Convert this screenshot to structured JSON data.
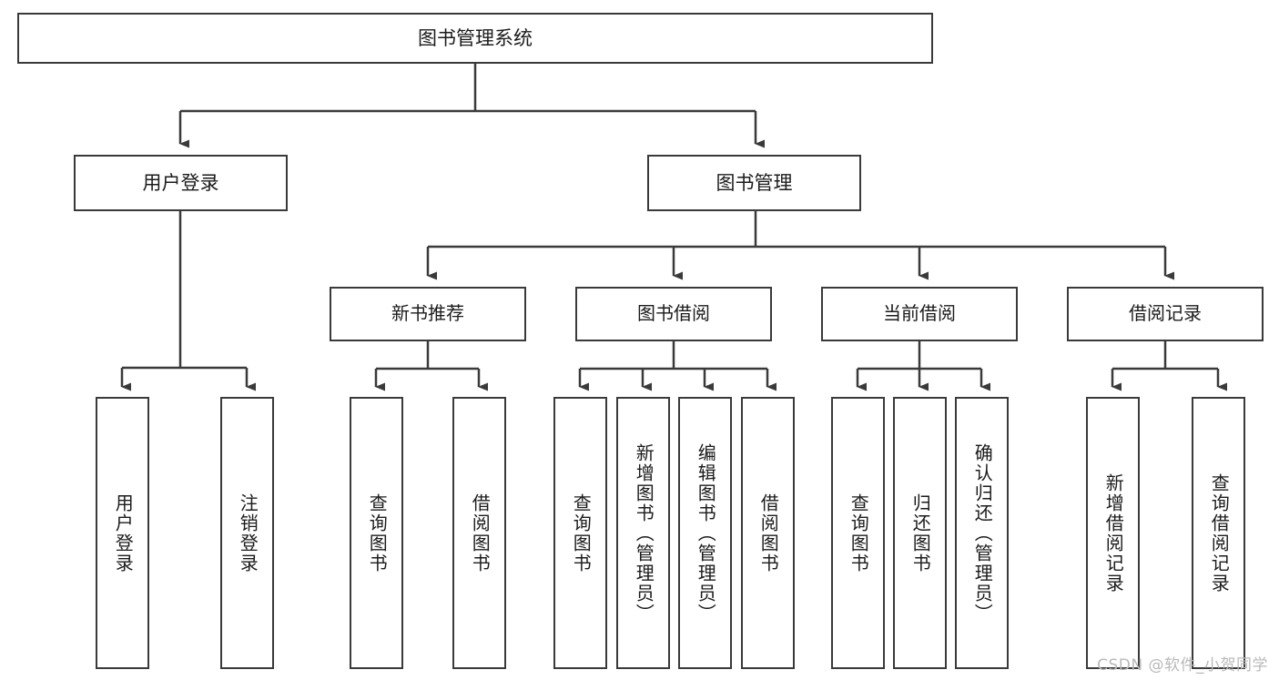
{
  "diagram": {
    "type": "hierarchy-tree",
    "title": "图书管理系统",
    "watermark": "CSDN @软件_小贺同学",
    "root": {
      "label": "图书管理系统"
    },
    "level2": [
      {
        "label": "用户登录"
      },
      {
        "label": "图书管理"
      }
    ],
    "level3": [
      {
        "label": "新书推荐"
      },
      {
        "label": "图书借阅"
      },
      {
        "label": "当前借阅"
      },
      {
        "label": "借阅记录"
      }
    ],
    "leaves": {
      "user_login": [
        {
          "label": "用户登录"
        },
        {
          "label": "注销登录"
        }
      ],
      "new_book_recommend": [
        {
          "label": "查询图书"
        },
        {
          "label": "借阅图书"
        }
      ],
      "book_borrow": [
        {
          "label": "查询图书"
        },
        {
          "label": "新增图书（管理员）"
        },
        {
          "label": "编辑图书（管理员）"
        },
        {
          "label": "借阅图书"
        }
      ],
      "current_borrow": [
        {
          "label": "查询图书"
        },
        {
          "label": "归还图书"
        },
        {
          "label": "确认归还（管理员）"
        }
      ],
      "borrow_record": [
        {
          "label": "新增借阅记录"
        },
        {
          "label": "查询借阅记录"
        }
      ]
    },
    "colors": {
      "stroke": "#3a3a3a",
      "fill": "#ffffff",
      "text": "#1b1b1b",
      "watermark": "#b9b9b9"
    }
  }
}
